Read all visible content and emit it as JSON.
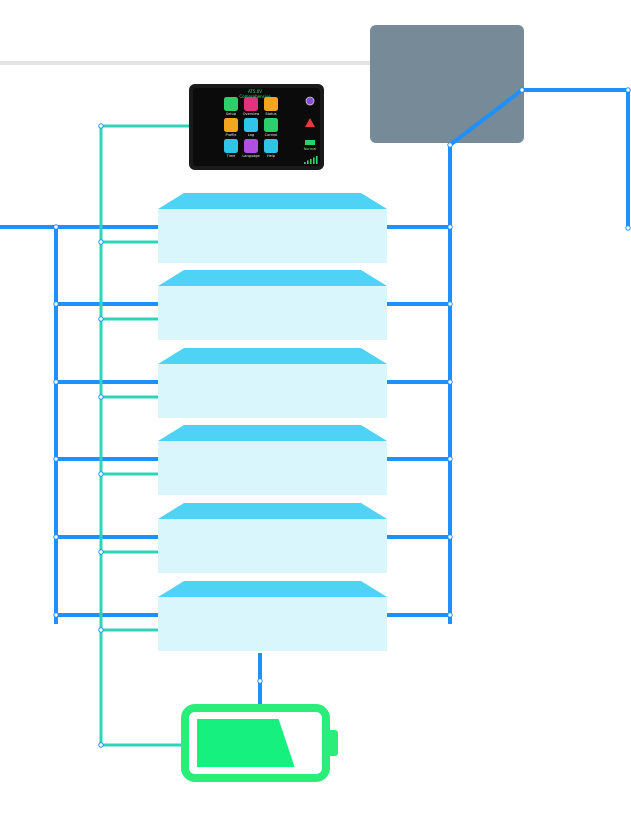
{
  "colors": {
    "bus_blue": "#1e90ff",
    "signal_teal": "#2ed3b8",
    "module_fill": "#d9f6fc",
    "module_top": "#4fd3f4",
    "box_gray": "#768a97",
    "battery_green": "#2bed7a",
    "battery_fill": "#16f07e",
    "controller_screen": "#0b0b0b"
  },
  "controller": {
    "header_line1": "AT5.0V",
    "header_line2": "Comprehensive",
    "status_text": "Normal",
    "apps": [
      {
        "label": "Setup",
        "icon": "wrench-icon",
        "color": "#2ccf6b"
      },
      {
        "label": "Overview",
        "icon": "play-icon",
        "color": "#e0337e"
      },
      {
        "label": "Status",
        "icon": "wave-icon",
        "color": "#f2a51e"
      },
      {
        "label": "Profile",
        "icon": "profile-icon",
        "color": "#f2a51e"
      },
      {
        "label": "Log",
        "icon": "log-icon",
        "color": "#2fc4e8"
      },
      {
        "label": "Control",
        "icon": "gear-icon",
        "color": "#2ccf6b"
      },
      {
        "label": "Time",
        "icon": "clock-icon",
        "color": "#2fc4e8"
      },
      {
        "label": "Language",
        "icon": "language-icon",
        "color": "#b04fe0"
      },
      {
        "label": "Help",
        "icon": "help-icon",
        "color": "#2fc4e8"
      }
    ],
    "side_icons": [
      "power-icon",
      "warning-icon",
      "login-icon",
      "signal-bars-icon"
    ]
  },
  "modules": [
    {
      "id": "module-1"
    },
    {
      "id": "module-2"
    },
    {
      "id": "module-3"
    },
    {
      "id": "module-4"
    },
    {
      "id": "module-5"
    },
    {
      "id": "module-6"
    }
  ],
  "battery": {
    "charge_fraction": 0.8
  }
}
